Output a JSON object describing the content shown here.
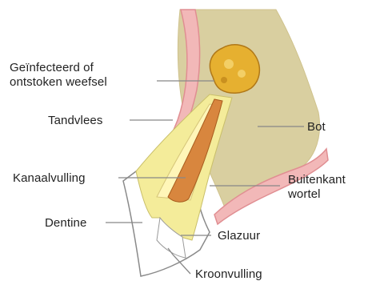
{
  "labels": {
    "infected_line1": "Geïnfecteerd of",
    "infected_line2": "ontstoken weefsel",
    "gum": "Tandvlees",
    "bone": "Bot",
    "canal_filling": "Kanaalvulling",
    "outer_root_line1": "Buitenkant",
    "outer_root_line2": "wortel",
    "dentine": "Dentine",
    "enamel": "Glazuur",
    "crown_filling": "Kroonvulling"
  },
  "colors": {
    "bone": "#d9cfa0",
    "gum": "#f2b8b8",
    "gum_edge": "#e08e92",
    "dentine": "#f4ec9a",
    "pulp_canal": "#e9d98a",
    "canal_filling": "#d8863e",
    "abscess": "#e6b030",
    "enamel": "#ffffff",
    "outline": "#8a8a8a",
    "leader_line": "#888888",
    "text": "#222222"
  }
}
